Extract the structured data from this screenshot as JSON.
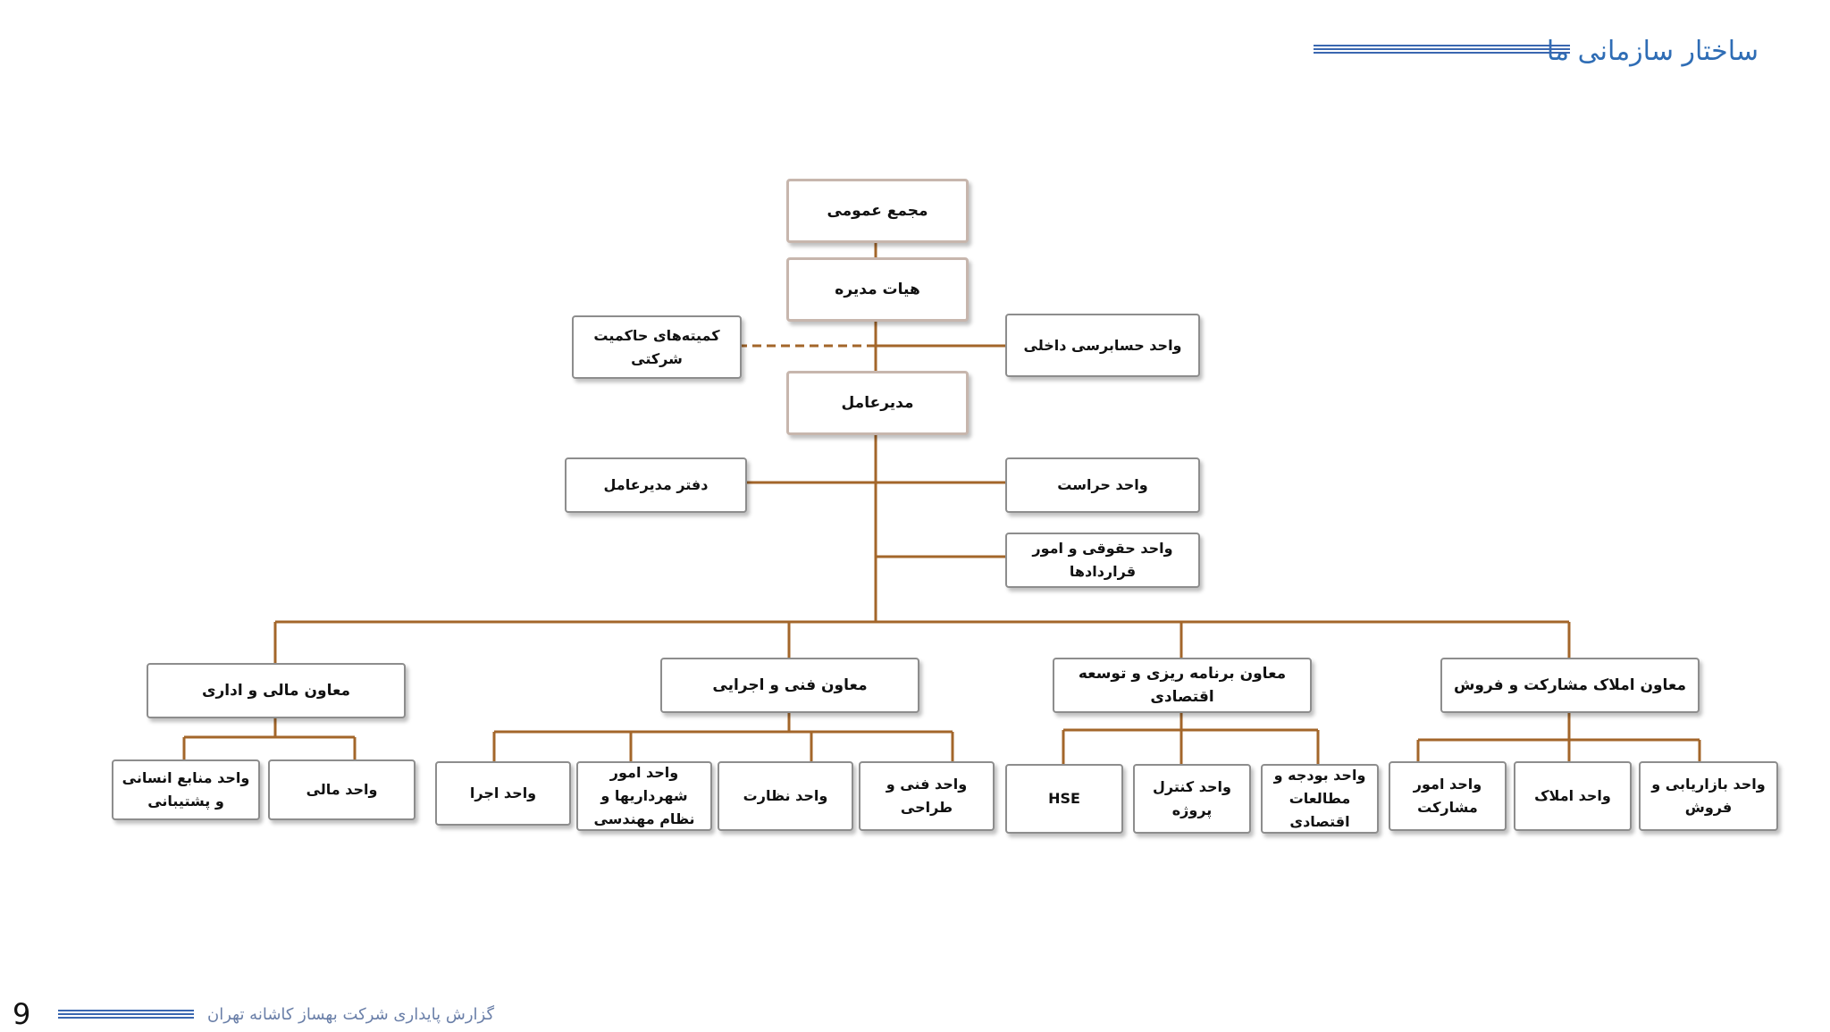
{
  "header": {
    "title": "ساختار سازمانی ما"
  },
  "colors": {
    "connector": "#a3662a",
    "accent": "#2f6db5",
    "box_border": "#8d8d8d"
  },
  "org": {
    "general_assembly": "مجمع عمومی",
    "board": "هیات مدیره",
    "governance_committees": "کمیته‌های حاکمیت شرکتی",
    "internal_audit": "واحد حسابرسی داخلی",
    "ceo": "مدیرعامل",
    "ceo_office": "دفتر مدیرعامل",
    "security": "واحد حراست",
    "legal": "واحد حقوقی و امور قراردادها",
    "vp_finance": {
      "title": "معاون مالی و اداری",
      "units": [
        "واحد منابع انسانی و پشتیبانی",
        "واحد مالی"
      ]
    },
    "vp_technical": {
      "title": "معاون فنی و اجرایی",
      "units": [
        "واحد اجرا",
        "واحد امور شهرداریها و نظام مهندسی",
        "واحد نظارت",
        "واحد فنی و طراحی"
      ]
    },
    "vp_planning": {
      "title": "معاون برنامه ریزی و توسعه اقتصادی",
      "units": [
        "HSE",
        "واحد کنترل پروژه",
        "واحد بودجه و مطالعات اقتصادی"
      ]
    },
    "vp_property": {
      "title": "معاون املاک مشارکت و فروش",
      "units": [
        "واحد امور مشارکت",
        "واحد املاک",
        "واحد بازاریابی و فروش"
      ]
    }
  },
  "footer": {
    "page_number": "9",
    "report_title": "گزارش پایداری شرکت بهساز کاشانه تهران"
  }
}
